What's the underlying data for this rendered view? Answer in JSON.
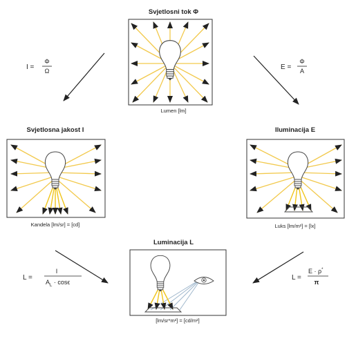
{
  "top": {
    "title": "Svjetlosni tok Φ",
    "caption": "Lumen  [lm]"
  },
  "left": {
    "title": "Svjetlosna jakost I",
    "caption": "Kandela [lm/sr] = [cd]"
  },
  "right": {
    "title": "Iluminacija E",
    "caption": "Luks [lm/m²] = [lx]"
  },
  "bottom": {
    "title": "Luminacija L",
    "caption": "[lm/sr*m²] = [cd/m²]"
  },
  "formulas": {
    "intensity": {
      "lhs": "I =",
      "num": "Φ",
      "den": "Ω"
    },
    "illuminance": {
      "lhs": "E =",
      "num": "Φ",
      "den": "A"
    },
    "luminance_left": {
      "lhs": "L =",
      "num": "I",
      "den_main": "A",
      "den_sub": "L",
      "den_rest": " · cosϵ"
    },
    "luminance_right": {
      "lhs": "L =",
      "num": "E · ρ",
      "num_sup": "*",
      "den": "π"
    }
  },
  "colors": {
    "rays": "#f2c94c",
    "view_rays": "#9fb7cc",
    "frame": "#333333",
    "arrows": "#222222"
  }
}
